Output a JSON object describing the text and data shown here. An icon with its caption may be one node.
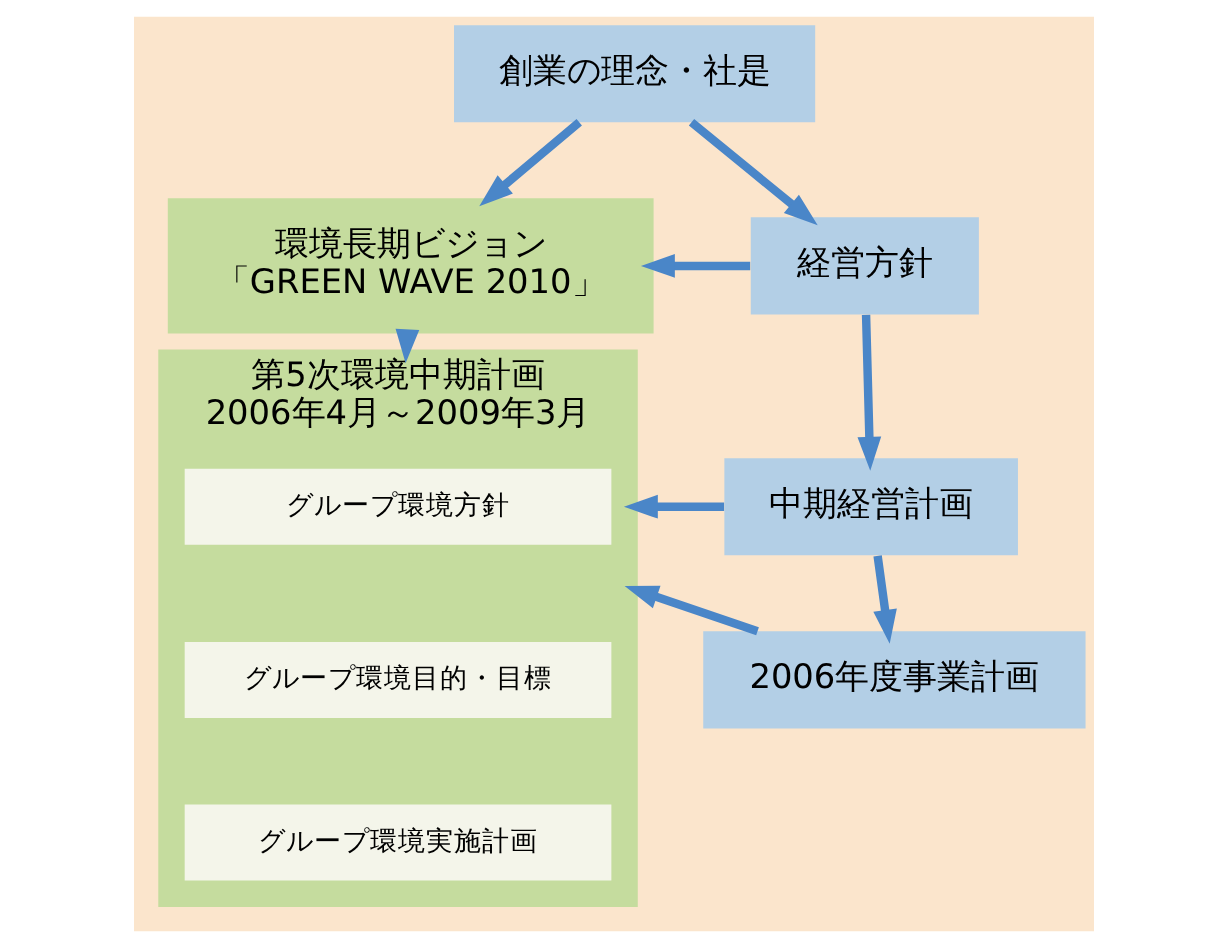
{
  "diagram": {
    "nodes": [
      {
        "text": [
          "創業の理念・社是"
        ]
      },
      {
        "text": [
          "経営方針"
        ]
      },
      {
        "text": [
          "環境長期ビジョン",
          "「GREEN WAVE 2010」"
        ]
      },
      {
        "text": [
          "中期経営計画"
        ]
      },
      {
        "text": [
          "第5次環境中期計画",
          "2006年4月～2009年3月"
        ]
      },
      {
        "text": [
          "グループ環境方針"
        ],
        "in": 4
      },
      {
        "text": [
          "グループ環境目的・目標"
        ],
        "in": 4
      },
      {
        "text": [
          "グループ環境実施計画"
        ],
        "in": 4
      },
      {
        "text": [
          "2006年度事業計画"
        ]
      }
    ],
    "edges": [
      {
        "from": 0,
        "to": 1,
        "arrow": "to"
      },
      {
        "from": 0,
        "to": 2,
        "arrow": "to"
      },
      {
        "from": 1,
        "to": 2,
        "arrow": "to"
      },
      {
        "from": 1,
        "to": 3,
        "arrow": "to"
      },
      {
        "from": 2,
        "to": 4,
        "arrow": "to"
      },
      {
        "from": 3,
        "to": 4,
        "arrow": "to"
      },
      {
        "from": 3,
        "to": 8,
        "arrow": "to"
      },
      {
        "from": 8,
        "to": 4,
        "arrow": "to"
      }
    ]
  }
}
